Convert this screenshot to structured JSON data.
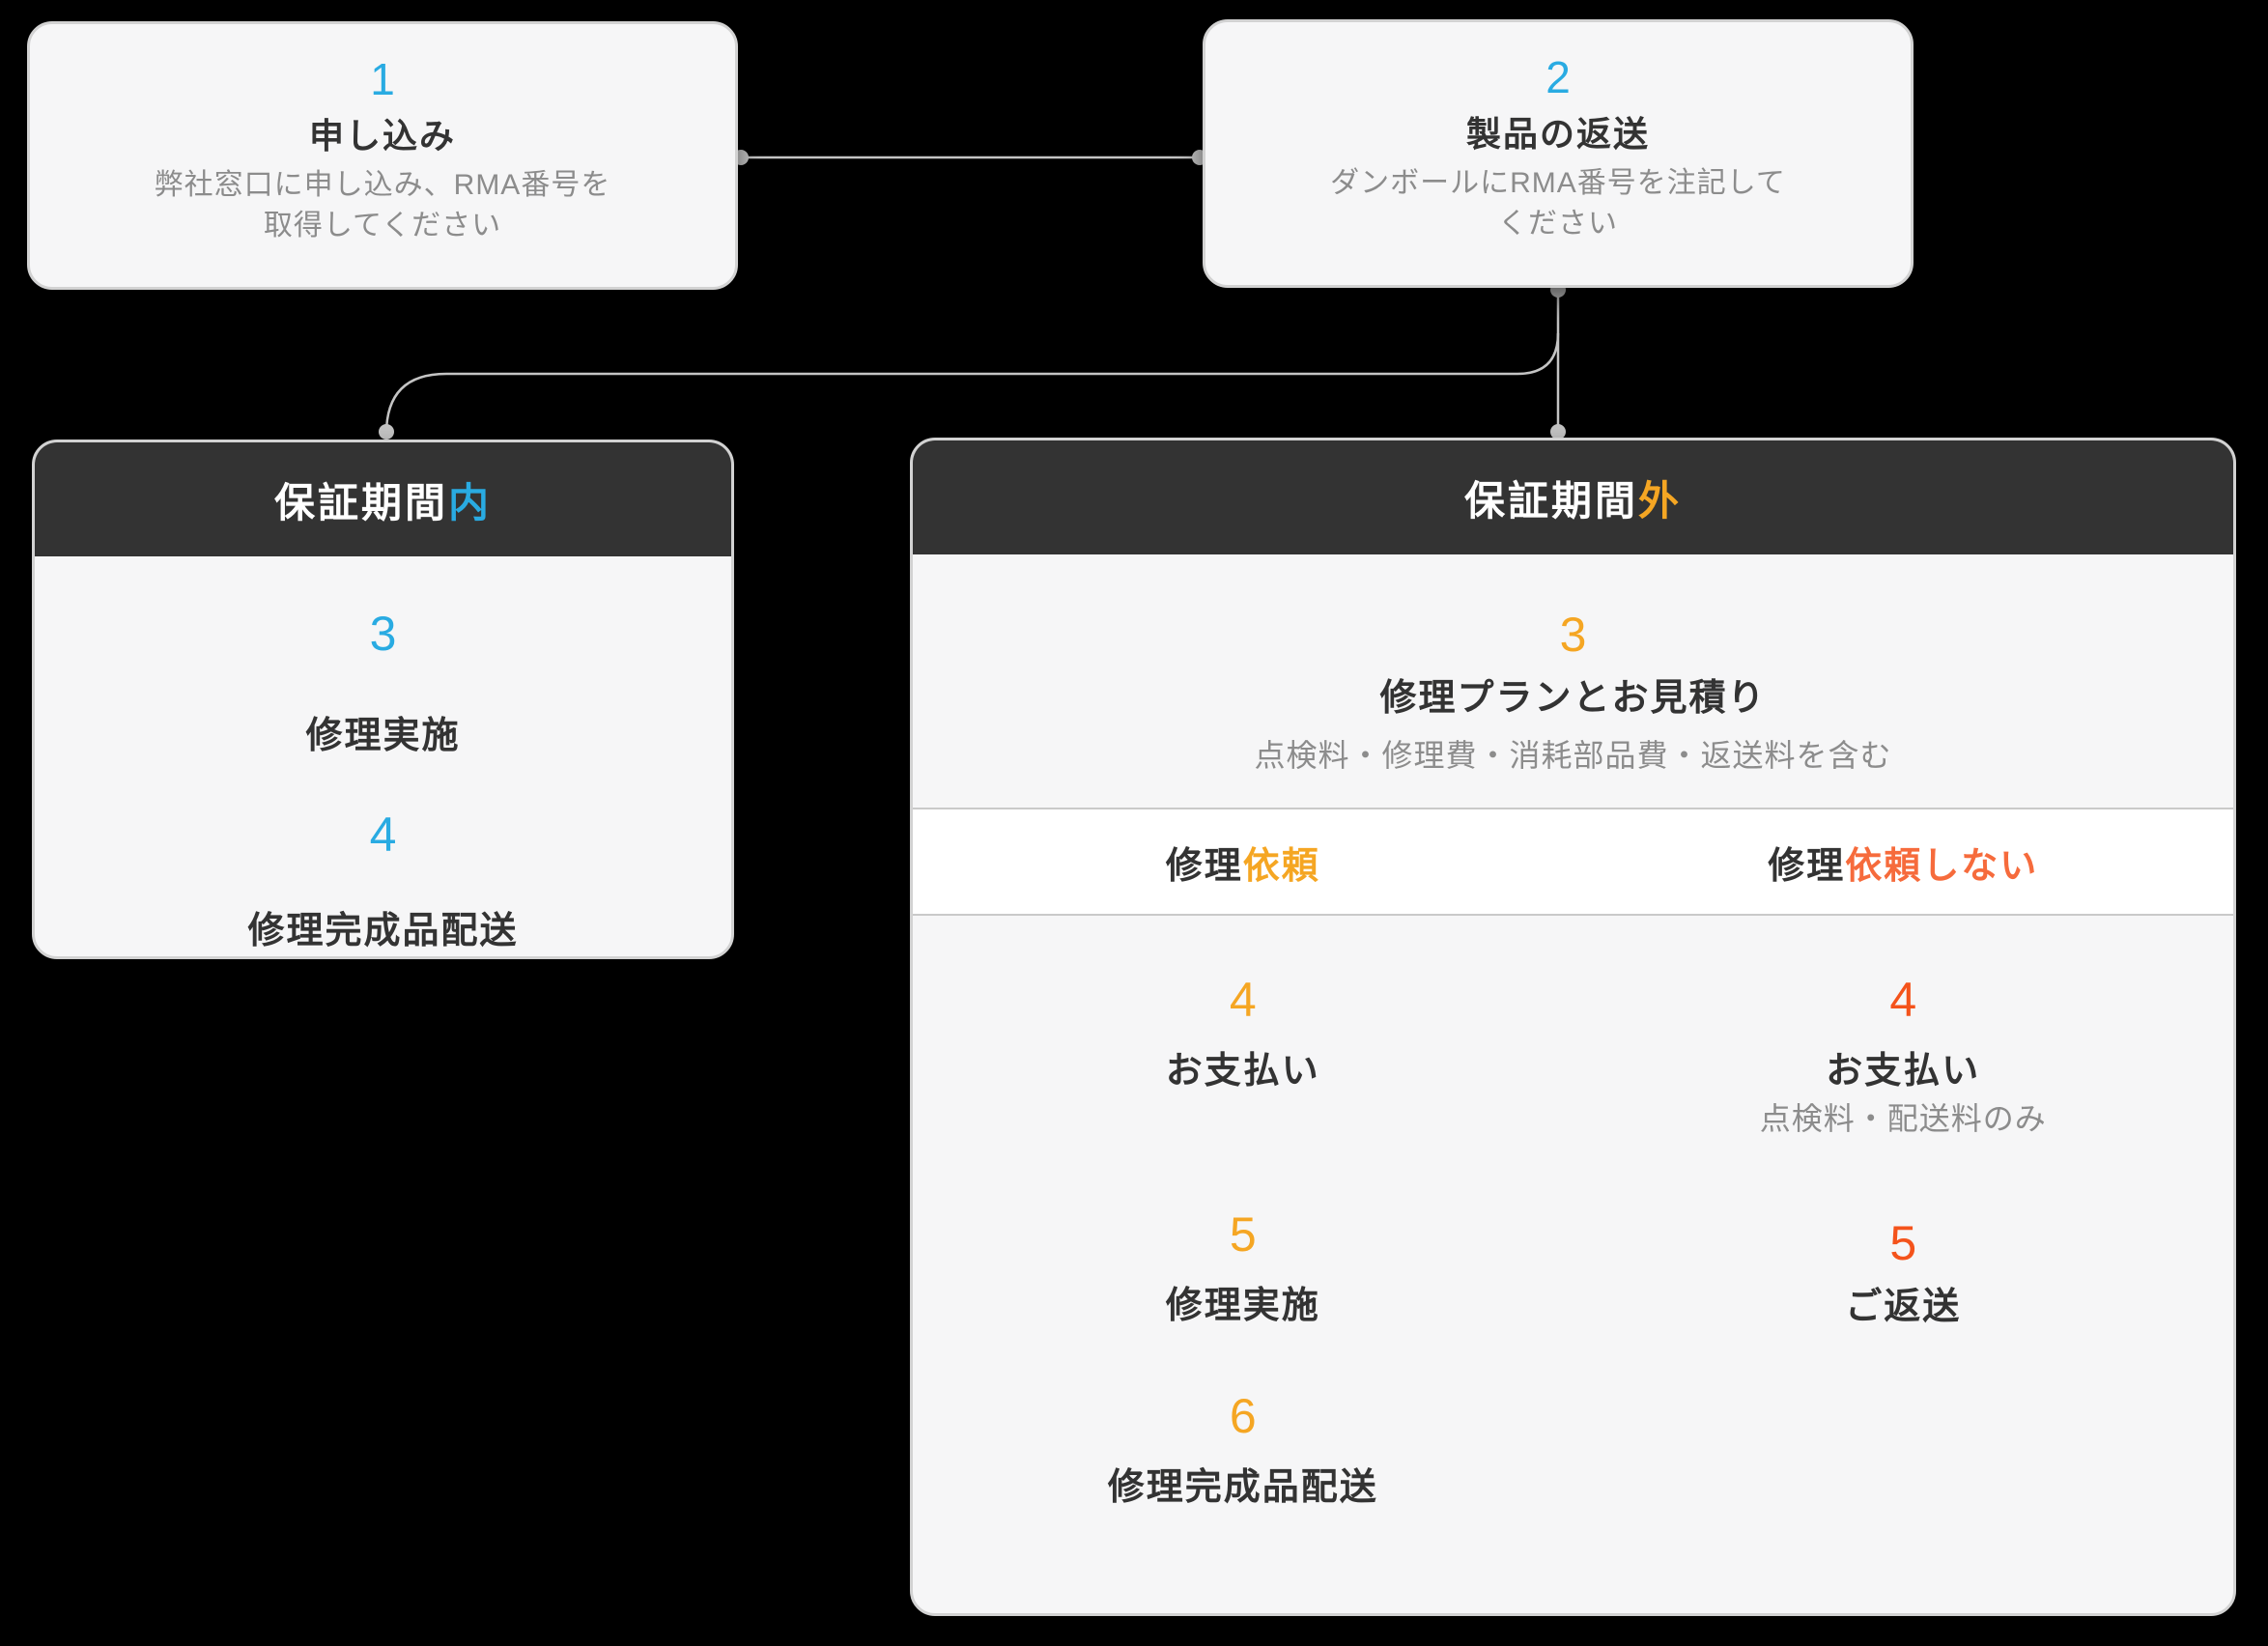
{
  "colors": {
    "blue": "#29ABE2",
    "orange": "#F5A623",
    "red_number": "#F4531B",
    "red_label": "#F66B3C",
    "header_bg": "#333333",
    "card_bg": "#F6F6F7",
    "band_bg": "#FFFFFF",
    "text_dark": "#333333",
    "text_gray": "#8C8C8C",
    "line": "#C4C4C4",
    "border": "#D2D2D2",
    "page_bg": "#000000"
  },
  "flow": {
    "step1": {
      "number": "1",
      "title": "申し込み",
      "desc": "弊社窓口に申し込み、RMA番号を\n取得してください"
    },
    "step2": {
      "number": "2",
      "title": "製品の返送",
      "desc": "ダンボールにRMA番号を注記して\nください"
    }
  },
  "in_warranty": {
    "title_prefix": "保証期間",
    "title_suffix": "内",
    "steps": [
      {
        "number": "3",
        "title": "修理実施"
      },
      {
        "number": "4",
        "title": "修理完成品配送"
      }
    ]
  },
  "out_warranty": {
    "title_prefix": "保証期間",
    "title_suffix": "外",
    "estimate": {
      "number": "3",
      "title": "修理プランとお見積り",
      "desc": "点検料・修理費・消耗部品費・返送料を含む"
    },
    "repair": {
      "label_prefix": "修理",
      "label_suffix": "依頼",
      "steps": [
        {
          "number": "4",
          "title": "お支払い"
        },
        {
          "number": "5",
          "title": "修理実施"
        },
        {
          "number": "6",
          "title": "修理完成品配送"
        }
      ]
    },
    "no_repair": {
      "label_prefix": "修理",
      "label_suffix": "依頼しない",
      "steps": [
        {
          "number": "4",
          "title": "お支払い",
          "desc": "点検料・配送料のみ"
        },
        {
          "number": "5",
          "title": "ご返送"
        }
      ]
    }
  }
}
